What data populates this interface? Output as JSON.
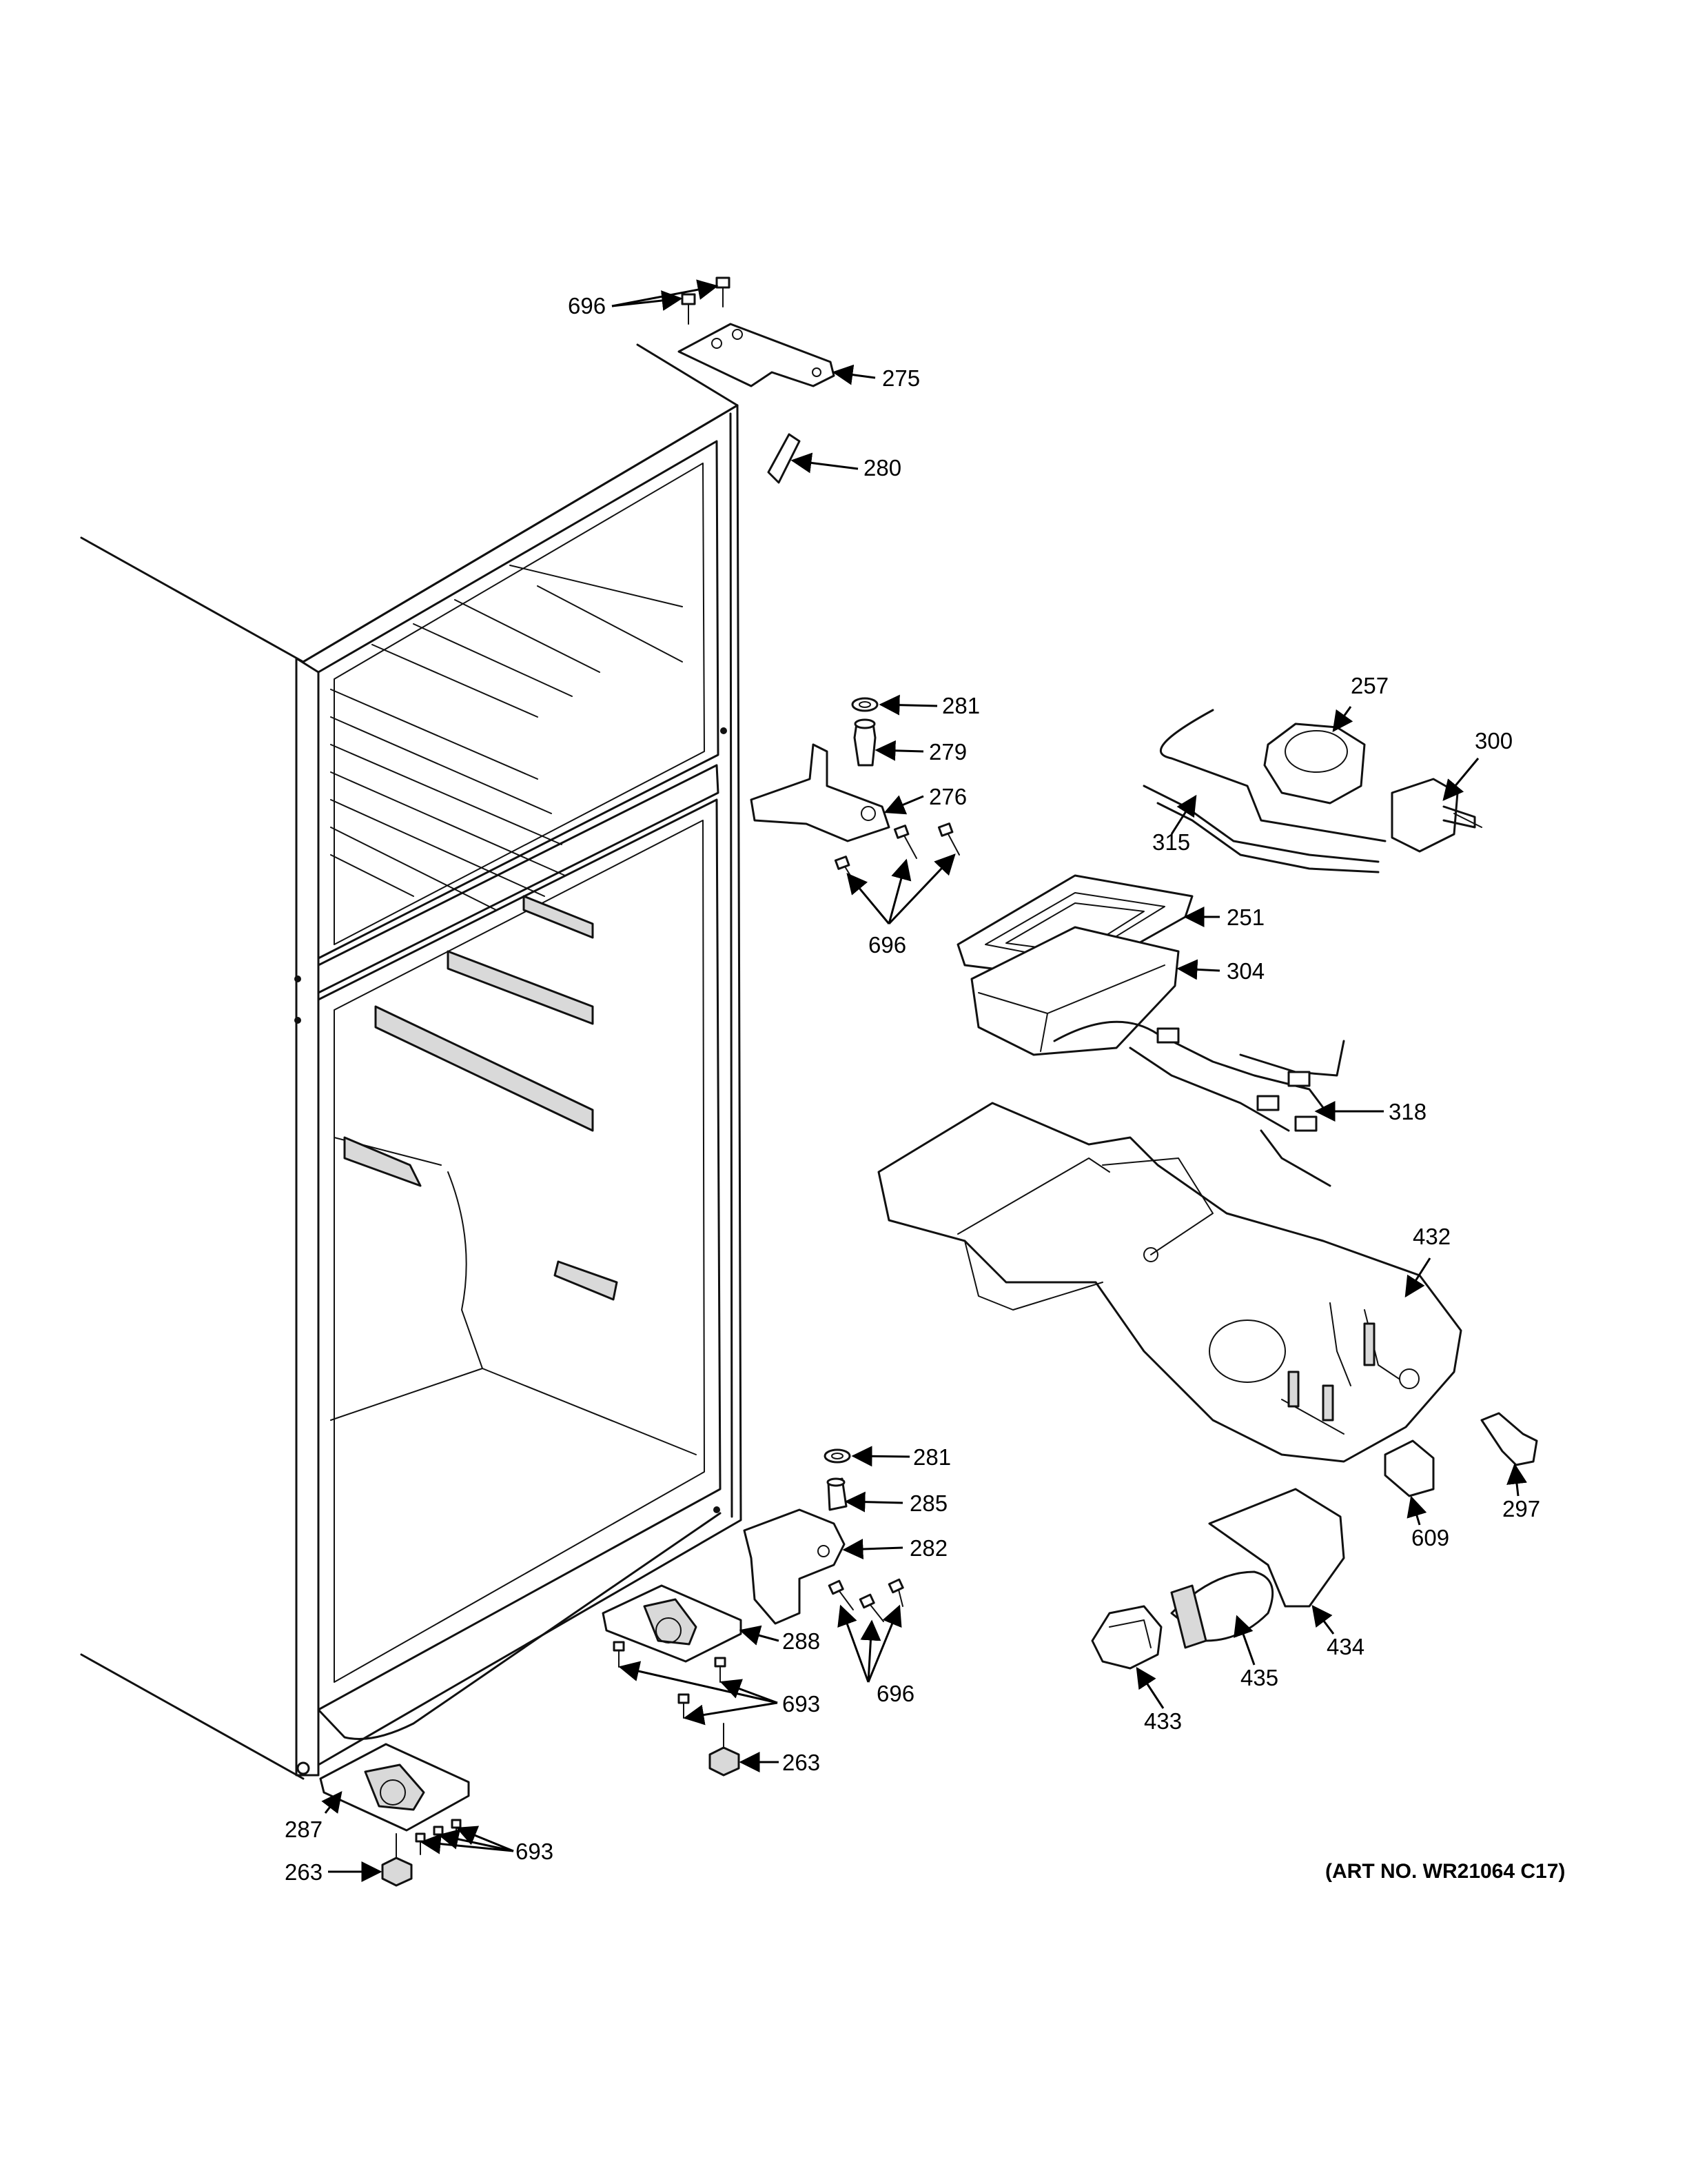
{
  "art_number": "(ART NO. WR21064 C17)",
  "callouts": {
    "c696_top": "696",
    "c275": "275",
    "c280": "280",
    "c281_upper": "281",
    "c279": "279",
    "c276": "276",
    "c696_mid": "696",
    "c257": "257",
    "c300": "300",
    "c315": "315",
    "c251": "251",
    "c304": "304",
    "c318": "318",
    "c432": "432",
    "c281_lower": "281",
    "c285": "285",
    "c282": "282",
    "c288": "288",
    "c696_low": "696",
    "c693_mid": "693",
    "c263_mid": "263",
    "c297": "297",
    "c609": "609",
    "c434": "434",
    "c435": "435",
    "c433": "433",
    "c287": "287",
    "c693_low": "693",
    "c263_low": "263"
  }
}
